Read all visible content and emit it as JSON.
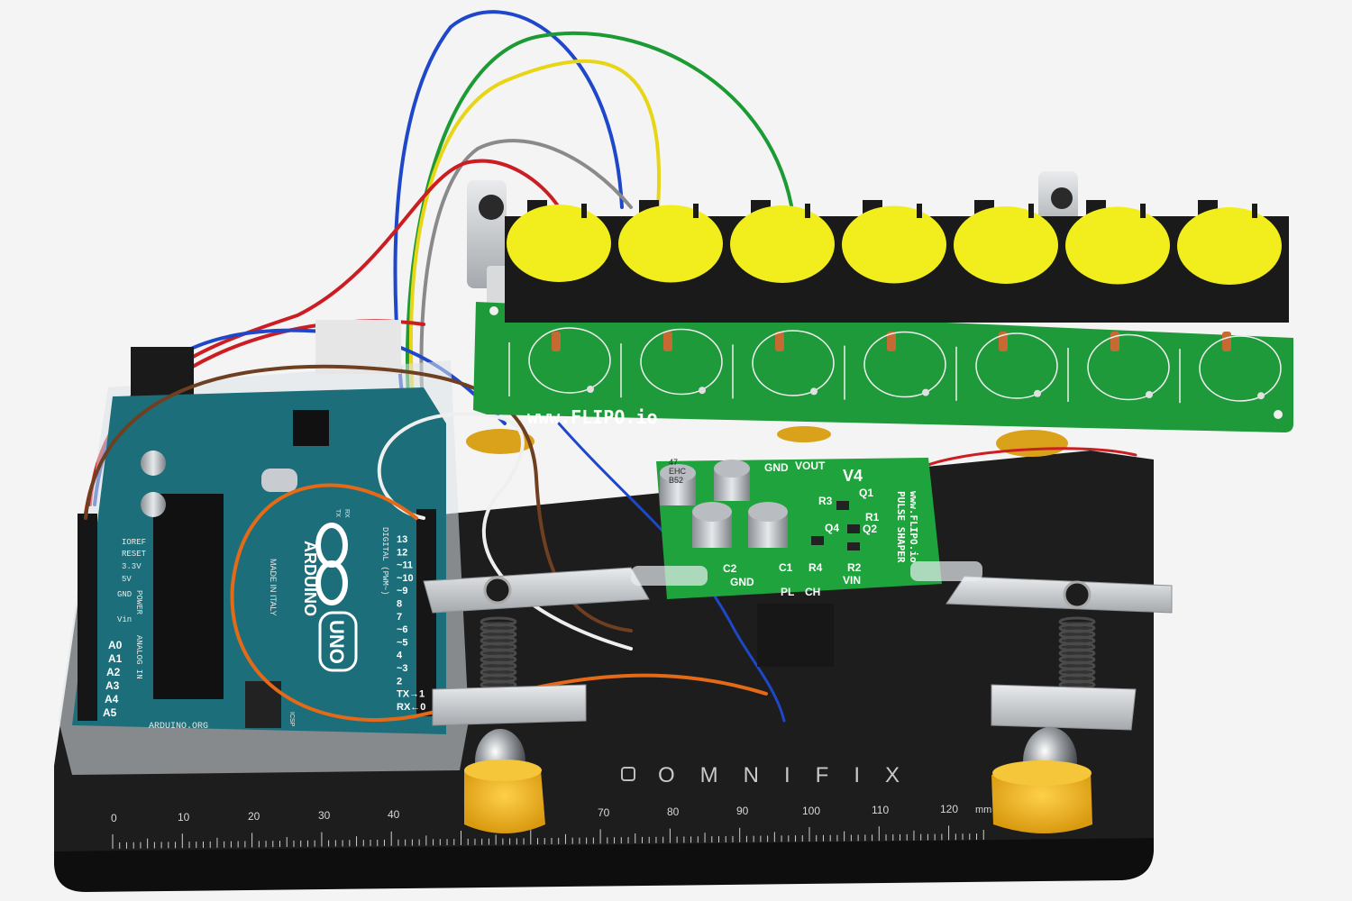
{
  "photo": {
    "background_color": "#f4f4f4"
  },
  "flipo_board": {
    "url_text": "www.FLIPO.io",
    "pcb_color": "#1e9a3a",
    "disc_color": "#f2ee1e",
    "disc_count": 7
  },
  "pulse_shaper": {
    "version": "V4",
    "side_text_line1": "www.FLIPO.io",
    "side_text_line2": "PULSE SHAPER",
    "labels": {
      "gnd_top": "GND",
      "vout": "VOUT",
      "q1": "Q1",
      "r3": "R3",
      "r1": "R1",
      "q4": "Q4",
      "q2": "Q2",
      "c2": "C2",
      "c1": "C1",
      "r4": "R4",
      "r2": "R2",
      "gnd_bottom": "GND",
      "pl": "PL",
      "ch": "CH",
      "vin": "VIN"
    },
    "capacitor_text": [
      "47",
      "EHC",
      "B52"
    ]
  },
  "arduino": {
    "brand": "ARDUINO",
    "model": "UNO",
    "made_in": "MADE IN ITALY",
    "footer": "ARDUINO.ORG",
    "board_color": "#1c6f7a",
    "header_left": {
      "ioref": "IOREF",
      "reset": "RESET",
      "v33": "3.3V",
      "v5": "5V",
      "gnd": "GND",
      "vin": "Vin",
      "power": "POWER",
      "analog_in": "ANALOG IN",
      "a0": "A0",
      "a1": "A1",
      "a2": "A2",
      "a3": "A3",
      "a4": "A4",
      "a5": "A5"
    },
    "header_right": {
      "digital": "DIGITAL (PWM~)",
      "pins": [
        "13",
        "12",
        "~11",
        "~10",
        "~9",
        "8",
        "7",
        "~6",
        "~5",
        "4",
        "~3",
        "2",
        "TX→1",
        "RX←0"
      ],
      "icsp": "ICSP",
      "tx": "TX",
      "rx": "RX"
    }
  },
  "platform": {
    "brand": "OMNIFIX",
    "ruler_unit": "mm",
    "ruler_labels": [
      "0",
      "10",
      "20",
      "30",
      "40",
      "70",
      "80",
      "90",
      "100",
      "110",
      "120"
    ],
    "plate_color": "#1d1d1d",
    "knob_color": "#f2b51c"
  }
}
